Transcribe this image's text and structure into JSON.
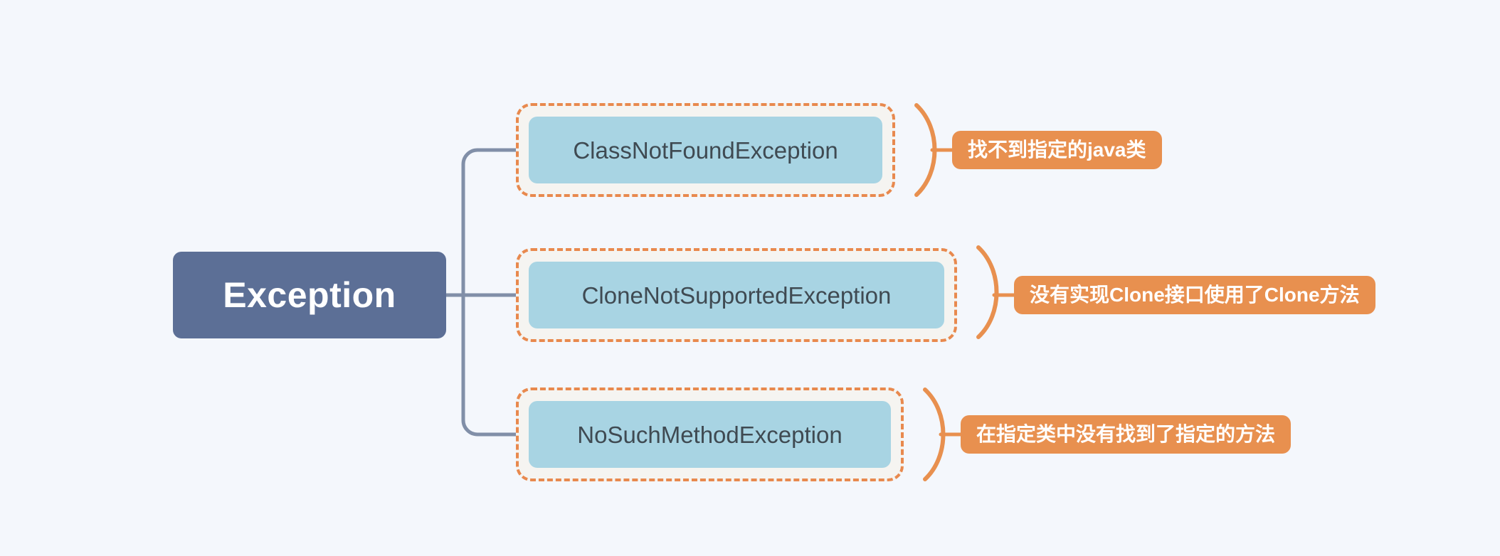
{
  "diagram": {
    "type": "mindmap",
    "title": "Exception",
    "background_color": "#f4f7fc",
    "root": {
      "label": "Exception",
      "fill": "#5c6f96",
      "text_color": "#ffffff"
    },
    "palette": {
      "child_fill": "#a8d4e3",
      "child_text": "#3f4a52",
      "dashed_border": "#e8894e",
      "dashed_fill": "#f5f4f1",
      "note_fill": "#e8904f",
      "note_text": "#ffffff",
      "connector": "#818fa8",
      "brace": "#e8904f"
    },
    "branches": [
      {
        "id": "class-not-found-exception",
        "label": "ClassNotFoundException",
        "note": "找不到指定的java类"
      },
      {
        "id": "clone-not-supported-exception",
        "label": "CloneNotSupportedException",
        "note": "没有实现Clone接口使用了Clone方法"
      },
      {
        "id": "no-such-method-exception",
        "label": "NoSuchMethodException",
        "note": "在指定类中没有找到了指定的方法"
      }
    ]
  }
}
